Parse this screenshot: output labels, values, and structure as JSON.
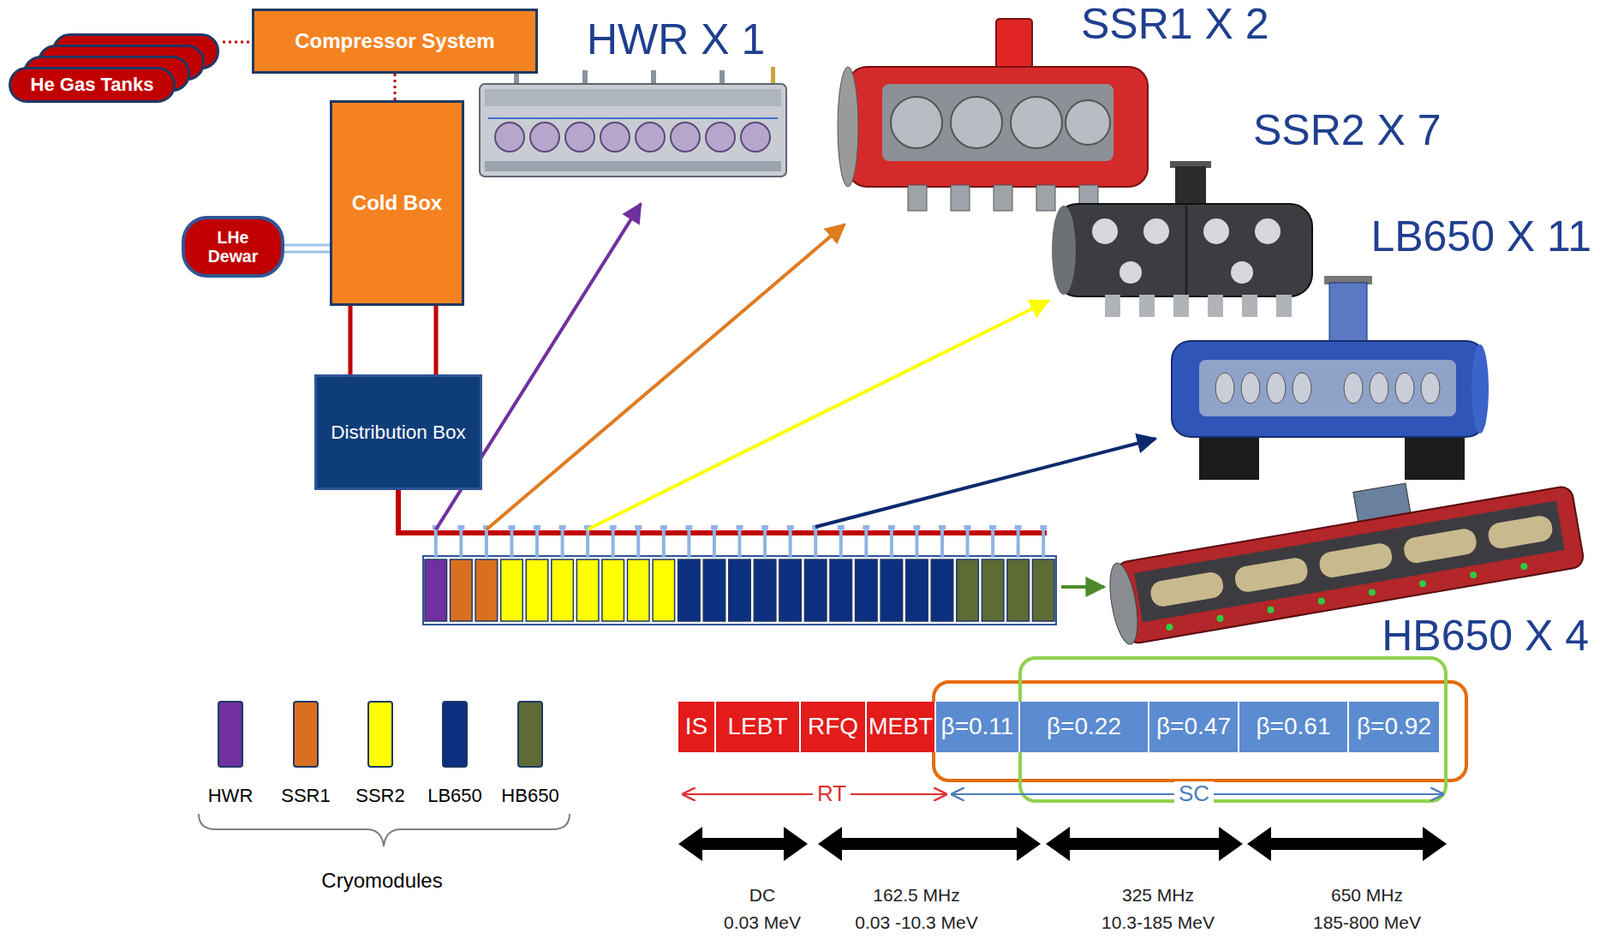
{
  "diagram": {
    "nodes": [
      {
        "text": [
          "He Gas Tanks"
        ]
      },
      {
        "text": [
          "Compressor System"
        ]
      },
      {
        "text": [
          "Cold Box"
        ]
      },
      {
        "text": [
          "LHe Dewar"
        ]
      },
      {
        "text": [
          "Distribution Box"
        ]
      },
      {
        "text": [
          "IS"
        ]
      },
      {
        "text": [
          "LEBT"
        ]
      },
      {
        "text": [
          "RFQ"
        ]
      },
      {
        "text": [
          "MEBT"
        ]
      },
      {
        "text": [
          "β=0.11"
        ]
      },
      {
        "text": [
          "β=0.22"
        ]
      },
      {
        "text": [
          "β=0.47"
        ]
      },
      {
        "text": [
          "β=0.61"
        ]
      },
      {
        "text": [
          "β=0.92"
        ]
      }
    ],
    "edges": [
      {
        "from": 0,
        "to": 1,
        "arrow": "none"
      },
      {
        "from": 1,
        "to": 2,
        "arrow": "none"
      },
      {
        "from": 3,
        "to": 2,
        "arrow": "none"
      },
      {
        "from": 2,
        "to": 4,
        "arrow": "none"
      },
      {
        "from": 2,
        "to": 4,
        "arrow": "none"
      }
    ],
    "labels": [
      "HWR X 1",
      "SSR1 X 2",
      "SSR2 X 7",
      "LB650 X 11",
      "HB650 X 4",
      "Cryomodules",
      "RT",
      "SC",
      "DC",
      "0.03 MeV",
      "162.5 MHz",
      "0.03 -10.3 MeV",
      "325 MHz",
      "10.3-185 MeV",
      "650 MHz",
      "185-800 MeV"
    ],
    "legend": [
      {
        "text": "HWR",
        "color": "#7030a0"
      },
      {
        "text": "SSR1",
        "color": "#d9701f"
      },
      {
        "text": "SSR2",
        "color": "#ffff00"
      },
      {
        "text": "LB650",
        "color": "#0c2f80"
      },
      {
        "text": "HB650",
        "color": "#5e6b35"
      }
    ]
  }
}
